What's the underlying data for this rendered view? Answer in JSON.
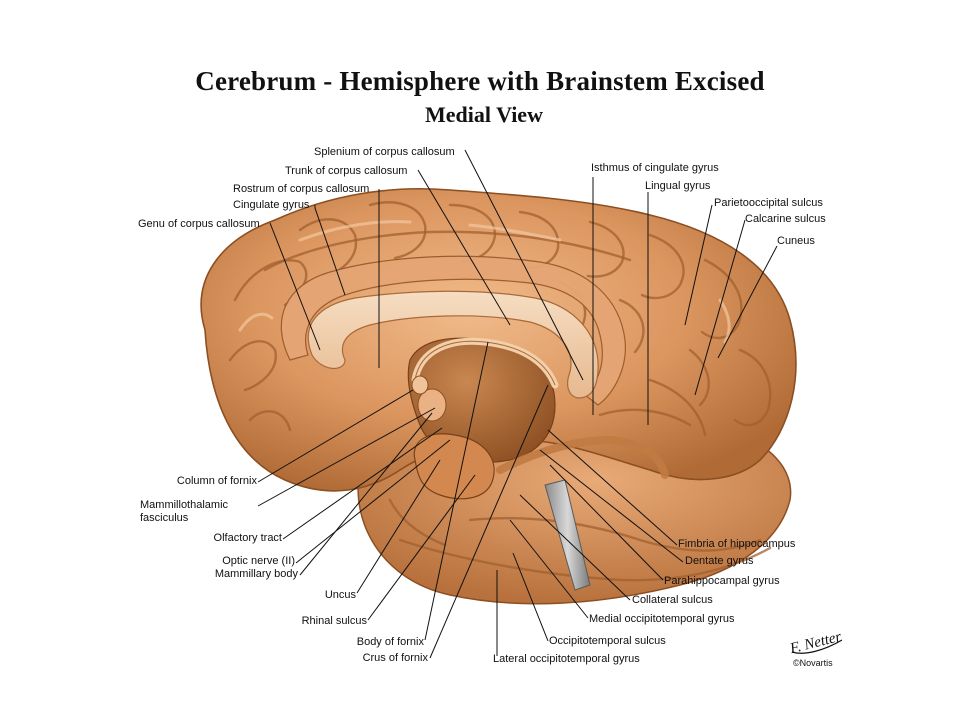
{
  "header": {
    "title": "Cerebrum - Hemisphere with Brainstem Excised",
    "subtitle": "Medial View"
  },
  "labels": {
    "splenium": "Splenium of corpus callosum",
    "trunk": "Trunk of corpus callosum",
    "rostrum": "Rostrum of corpus callosum",
    "cingulate": "Cingulate gyrus",
    "genu": "Genu of corpus callosum",
    "isthmus": "Isthmus of cingulate gyrus",
    "lingual": "Lingual gyrus",
    "parietooccipital": "Parietooccipital sulcus",
    "calcarine": "Calcarine sulcus",
    "cuneus": "Cuneus",
    "column_fornix": "Column of fornix",
    "mammillothalamic_1": "Mammillothalamic",
    "mammillothalamic_2": "fasciculus",
    "olfactory": "Olfactory tract",
    "optic": "Optic nerve (II)",
    "mammillary": "Mammillary body",
    "uncus": "Uncus",
    "rhinal": "Rhinal sulcus",
    "body_fornix": "Body of fornix",
    "crus_fornix": "Crus of fornix",
    "fimbria": "Fimbria of hippocampus",
    "dentate": "Dentate gyrus",
    "parahippocampal": "Parahippocampal gyrus",
    "collateral": "Collateral sulcus",
    "medial_occ": "Medial occipitotemporal gyrus",
    "occ_sulcus": "Occipitotemporal sulcus",
    "lateral_occ": "Lateral occipitotemporal gyrus"
  },
  "signature": {
    "name": "F. Netter",
    "credit": "©Novartis"
  },
  "colors": {
    "brain_base": "#d9915a",
    "brain_light": "#eeb585",
    "brain_dark": "#a8612e",
    "callosum": "#f3d2b0",
    "label_text": "#111111",
    "background": "#ffffff"
  }
}
